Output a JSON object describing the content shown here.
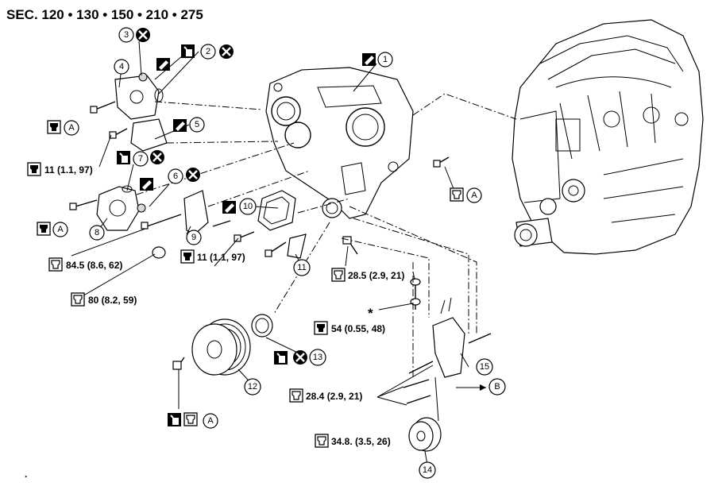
{
  "header": {
    "section": "SEC. 120 • 130 • 150 • 210 • 275"
  },
  "callouts": {
    "c1": "1",
    "c2": "2",
    "c3": "3",
    "c4": "4",
    "c5": "5",
    "c6": "6",
    "c7": "7",
    "c8": "8",
    "c9": "9",
    "c10": "10",
    "c11": "11",
    "c12": "12",
    "c13": "13",
    "c14": "14",
    "c15": "15"
  },
  "refs": {
    "a": "A",
    "b": "B"
  },
  "torque": {
    "t11_left": "11 (1.1, 97)",
    "t11_mid": "11 (1.1, 97)",
    "t84": "84.5 (8.6, 62)",
    "t80": "80 (8.2, 59)",
    "t28_5": "28.5 (2.9, 21)",
    "t54": "54 (0.55, 48)",
    "t28_4": "28.4 (2.9, 21)",
    "t34": "34.8. (3.5, 26)"
  },
  "marks": {
    "asterisk": "*",
    "dot": "."
  },
  "icons": [
    "wrench-torque-icon",
    "no-reuse-icon",
    "sealant-tube-icon",
    "oil-can-icon"
  ]
}
